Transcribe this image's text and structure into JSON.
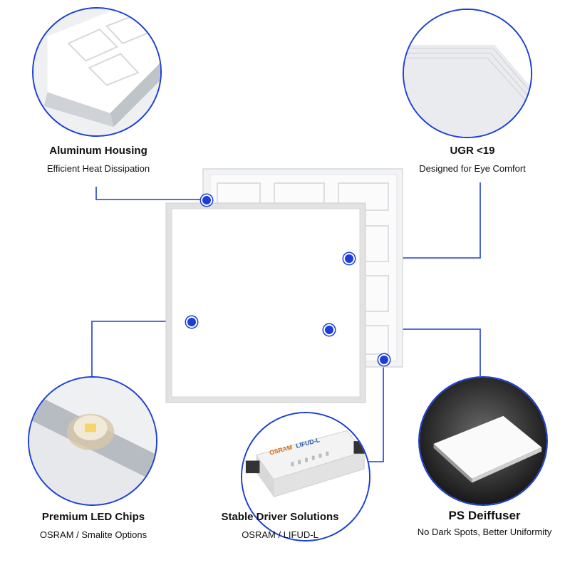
{
  "features": {
    "housing": {
      "title": "Aluminum Housing",
      "subtitle": "Efficient Heat Dissipation"
    },
    "ugr": {
      "title": "UGR <19",
      "subtitle": "Designed for Eye Comfort"
    },
    "led": {
      "title": "Premium LED Chips",
      "subtitle": "OSRAM / Smalite Options"
    },
    "driver": {
      "title": "Stable Driver Solutions",
      "subtitle": "OSRAM / LIFUD-L"
    },
    "diffuser": {
      "title": "PS Deiffuser",
      "subtitle": "No Dark Spots, Better Uniformity"
    }
  },
  "driver_label": {
    "brand_left": "OSRAM",
    "brand_right": "LIFUD-L"
  },
  "colors": {
    "accent": "#1b3fd6",
    "panel_frame": "#e6e6e6",
    "background": "#ffffff"
  }
}
